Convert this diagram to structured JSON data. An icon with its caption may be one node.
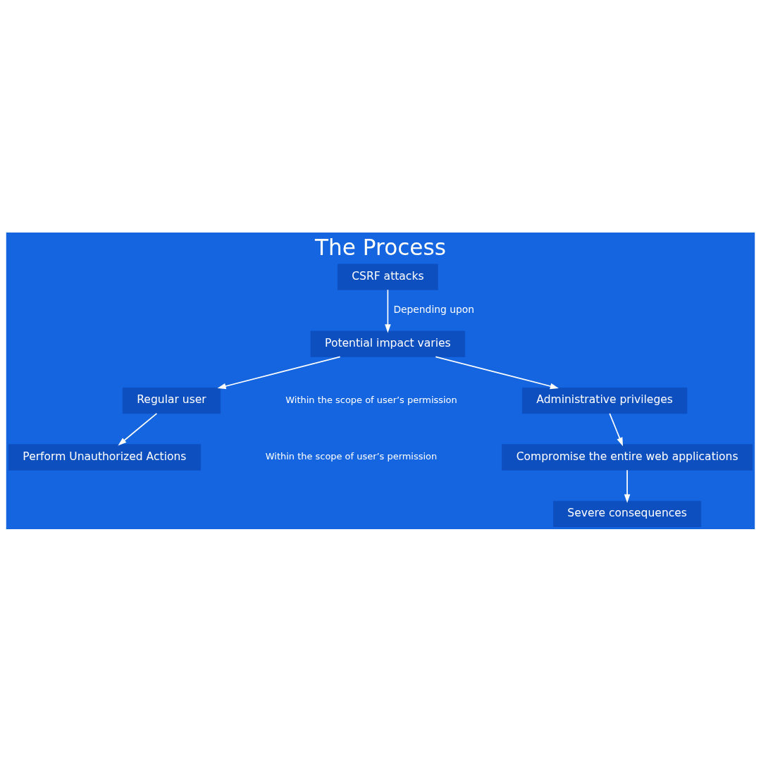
{
  "diagram": {
    "title": "The Process",
    "nodes": [
      {
        "text": [
          "CSRF attacks"
        ]
      },
      {
        "text": [
          "Potential impact varies"
        ]
      },
      {
        "text": [
          "Regular user"
        ]
      },
      {
        "text": [
          "Administrative privileges"
        ]
      },
      {
        "text": [
          "Perform Unauthorized Actions"
        ]
      },
      {
        "text": [
          "Compromise the entire web applications"
        ]
      },
      {
        "text": [
          "Severe consequences"
        ]
      }
    ],
    "edges": [
      {
        "from": 0,
        "to": 1,
        "arrow": "to",
        "label": "Depending upon"
      },
      {
        "from": 1,
        "to": 2,
        "arrow": "to"
      },
      {
        "from": 1,
        "to": 3,
        "arrow": "to"
      },
      {
        "from": 2,
        "to": 4,
        "arrow": "to"
      },
      {
        "from": 3,
        "to": 5,
        "arrow": "to"
      },
      {
        "from": 5,
        "to": 6,
        "arrow": "to"
      }
    ],
    "labels": [
      "Within the scope of user’s permission",
      "Within the scope of user’s permission"
    ]
  }
}
